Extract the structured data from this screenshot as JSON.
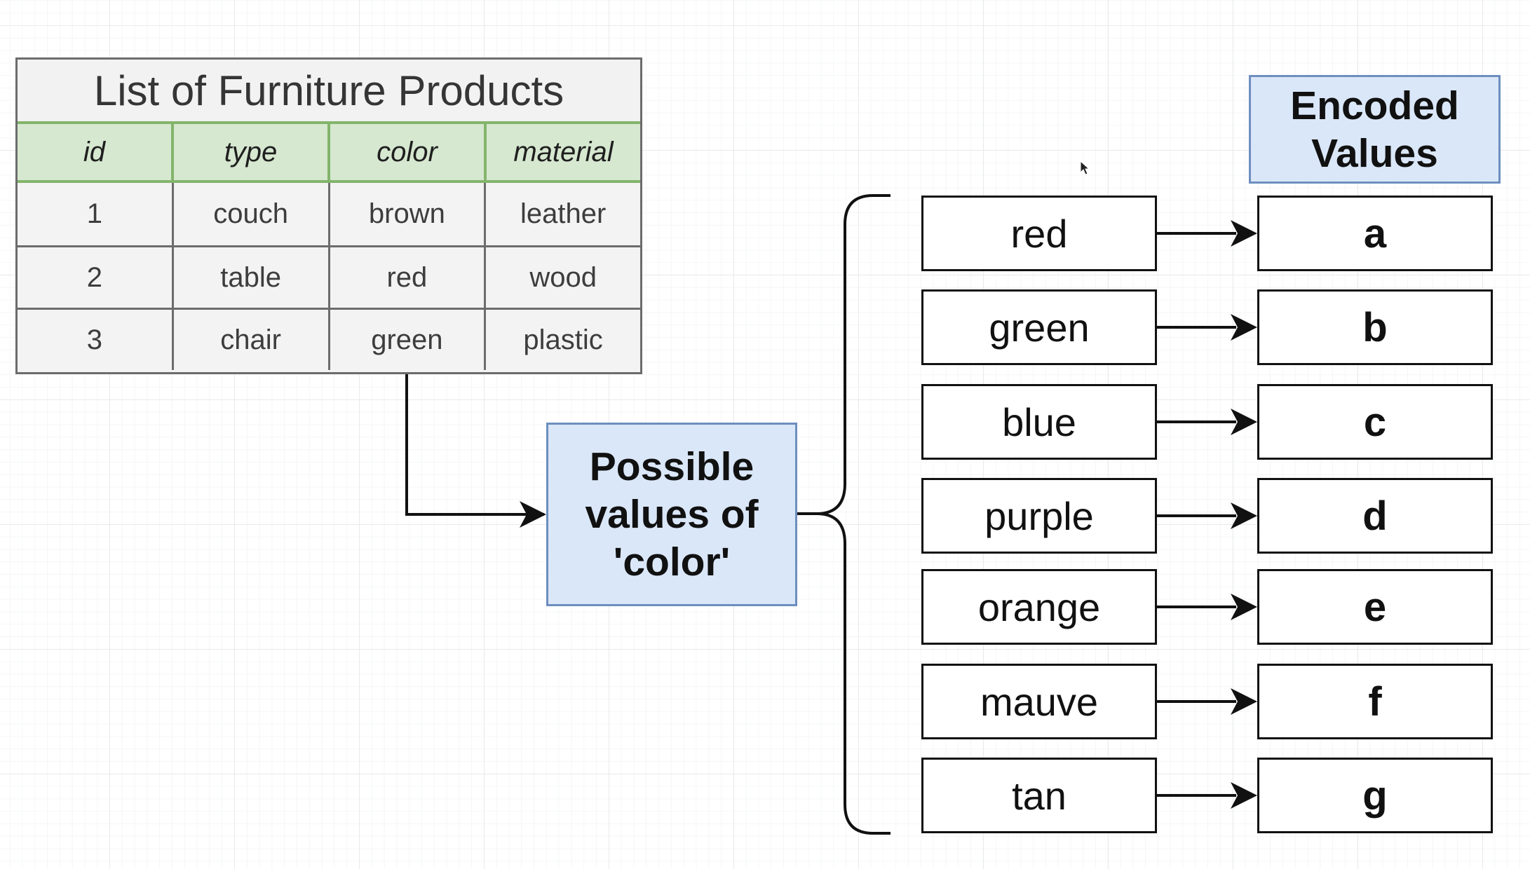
{
  "table": {
    "title": "List of Furniture Products",
    "headers": [
      "id",
      "type",
      "color",
      "material"
    ],
    "rows": [
      [
        "1",
        "couch",
        "brown",
        "leather"
      ],
      [
        "2",
        "table",
        "red",
        "wood"
      ],
      [
        "3",
        "chair",
        "green",
        "plastic"
      ]
    ],
    "header_color": "#d6e8d0",
    "header_border_color": "#83b46b"
  },
  "center_box": {
    "text": "Possible\nvalues of\n'color'",
    "fill_color": "#dae7f8",
    "border_color": "#6d8ebf"
  },
  "encoded_header": {
    "text": "Encoded\nValues"
  },
  "mappings": [
    {
      "value": "red",
      "code": "a"
    },
    {
      "value": "green",
      "code": "b"
    },
    {
      "value": "blue",
      "code": "c"
    },
    {
      "value": "purple",
      "code": "d"
    },
    {
      "value": "orange",
      "code": "e"
    },
    {
      "value": "mauve",
      "code": "f"
    },
    {
      "value": "tan",
      "code": "g"
    }
  ]
}
